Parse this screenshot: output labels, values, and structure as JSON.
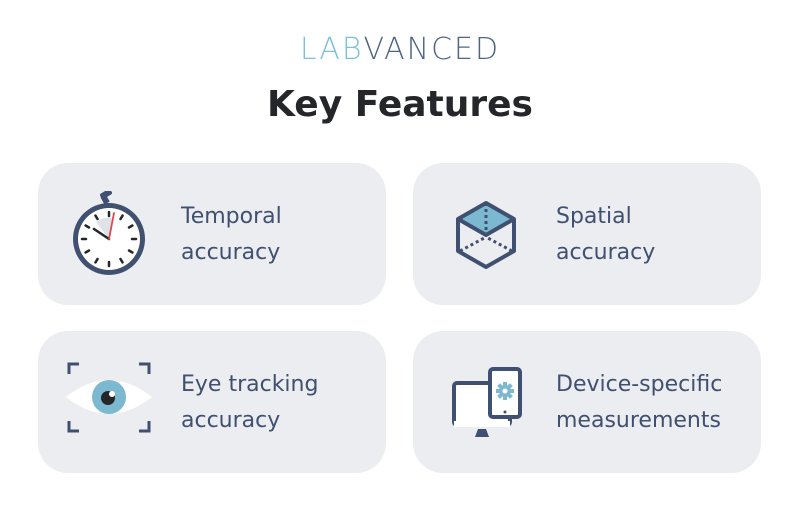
{
  "logo": {
    "part1": "LAB",
    "part2": "VANCED"
  },
  "title": "Key Features",
  "cards": [
    {
      "icon": "stopwatch-icon",
      "line1": "Temporal",
      "line2": "accuracy"
    },
    {
      "icon": "cube-icon",
      "line1": "Spatial",
      "line2": "accuracy"
    },
    {
      "icon": "eye-icon",
      "line1": "Eye tracking",
      "line2": "accuracy"
    },
    {
      "icon": "devices-icon",
      "line1": "Device-specific",
      "line2": "measurements"
    }
  ],
  "colors": {
    "accent": "#7cc0da",
    "dark": "#3f5070",
    "card": "#ecedf0",
    "hand": "#e04848"
  }
}
